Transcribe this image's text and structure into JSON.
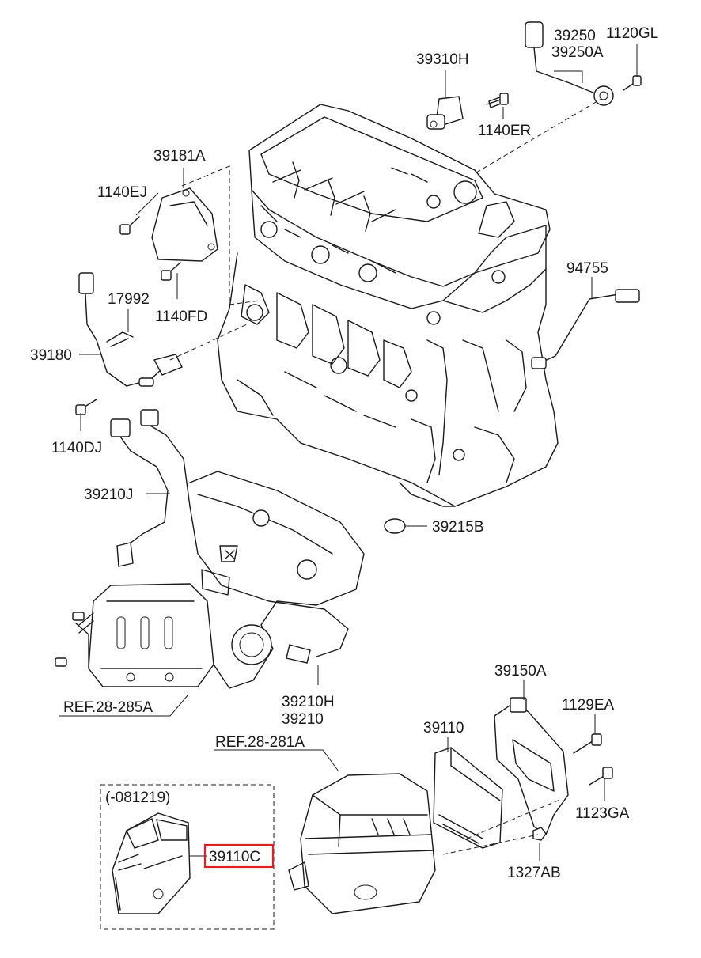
{
  "diagram": {
    "labels": {
      "p39250": "39250",
      "p1120GL": "1120GL",
      "p39250A": "39250A",
      "p39310H": "39310H",
      "p1140ER": "1140ER",
      "p39181A": "39181A",
      "p1140EJ": "1140EJ",
      "p17992": "17992",
      "p1140FD": "1140FD",
      "p39180": "39180",
      "p94755": "94755",
      "p1140DJ": "1140DJ",
      "p39210J": "39210J",
      "p39215B": "39215B",
      "ref285": "REF.28-285A",
      "p39210H": "39210H",
      "p39210": "39210",
      "p39150A": "39150A",
      "p1129EA": "1129EA",
      "p39110": "39110",
      "ref281": "REF.28-281A",
      "p1123GA": "1123GA",
      "p1327AB": "1327AB",
      "inset_date": "(-081219)",
      "p39110C": "39110C"
    },
    "colors": {
      "line": "#1a1a1a",
      "highlight": "#e02020",
      "background": "#ffffff"
    }
  }
}
